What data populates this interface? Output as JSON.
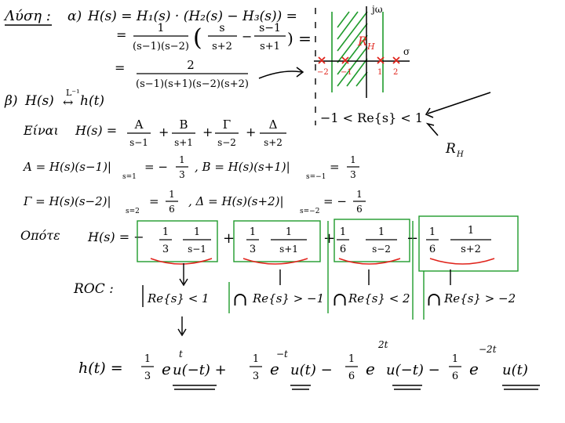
{
  "colors": {
    "ink": "#000000",
    "highlight_green": "#1f9b2c",
    "highlight_red": "#e0241c"
  },
  "header": {
    "label": "Λύση :",
    "part_a": "α)"
  },
  "part_a": {
    "eq1": "H(s) = H₁(s) · (H₂(s) − H₃(s)) =",
    "eq2_eq": "=",
    "eq2_frac_num": "1",
    "eq2_frac_den": "(s−1)(s−2)",
    "eq2_paren_open": "(",
    "eq2_term1_num": "s",
    "eq2_term1_den": "s+2",
    "eq2_minus": "−",
    "eq2_term2_num": "s−1",
    "eq2_term2_den": "s+1",
    "eq2_paren_close": ") =",
    "eq3_eq": "=",
    "eq3_num": "2",
    "eq3_den": "(s−1)(s+1)(s−2)(s+2)"
  },
  "splane": {
    "axis_label": "jω",
    "sigma_label": "σ",
    "region_label_main": "R",
    "region_label_sub": "H",
    "ticks": [
      "−2",
      "−1",
      "1",
      "2"
    ],
    "roc_text": "−1 < Re{s} < 1",
    "r_label": "R",
    "r_sub": "H"
  },
  "part_b": {
    "label": "β)",
    "intro": "H(s)",
    "transform": "L⁻¹",
    "arrow": "↔",
    "ht": "h(t)",
    "eiste": "Είναι",
    "pf_lhs": "H(s) =",
    "pf_A": "A",
    "pf_B": "B",
    "pf_G": "Γ",
    "pf_D": "Δ",
    "pf_den1": "s−1",
    "pf_den2": "s+1",
    "pf_den3": "s−2",
    "pf_den4": "s+2",
    "plus": "+",
    "A_line": "A = H(s)(s−1)|",
    "A_eval": "s=1",
    "A_val_sign": "= −",
    "B_line": ", B = H(s)(s+1)|",
    "B_eval": "s=−1",
    "one": "1",
    "three": "3",
    "six": "6",
    "G_line": "Γ = H(s)(s−2)|",
    "G_eval": "s=2",
    "G_eq": "=",
    "D_line": ", Δ = H(s)(s+2)|",
    "D_eval": "s=−2",
    "D_eq": "= −",
    "eq": "=",
    "opote": "Οπότε",
    "final_lhs": "H(s) = −",
    "op_plus": "+",
    "op_minus": "−",
    "roc_label": "ROC :",
    "roc1": "Re{s} < 1",
    "roc2": "Re{s} > −1",
    "roc3": "Re{s} < 2",
    "roc4": "Re{s} > −2",
    "cap": "∩",
    "ht_lhs": "h(t) =",
    "ht_e": "e",
    "ht_exp1": "t",
    "ht_u1": "u(−t) +",
    "ht_exp2": "−t",
    "ht_u2": "u(t) −",
    "ht_exp3": "2t",
    "ht_u3": "u(−t) −",
    "ht_exp4": "−2t",
    "ht_u4": "u(t)"
  }
}
